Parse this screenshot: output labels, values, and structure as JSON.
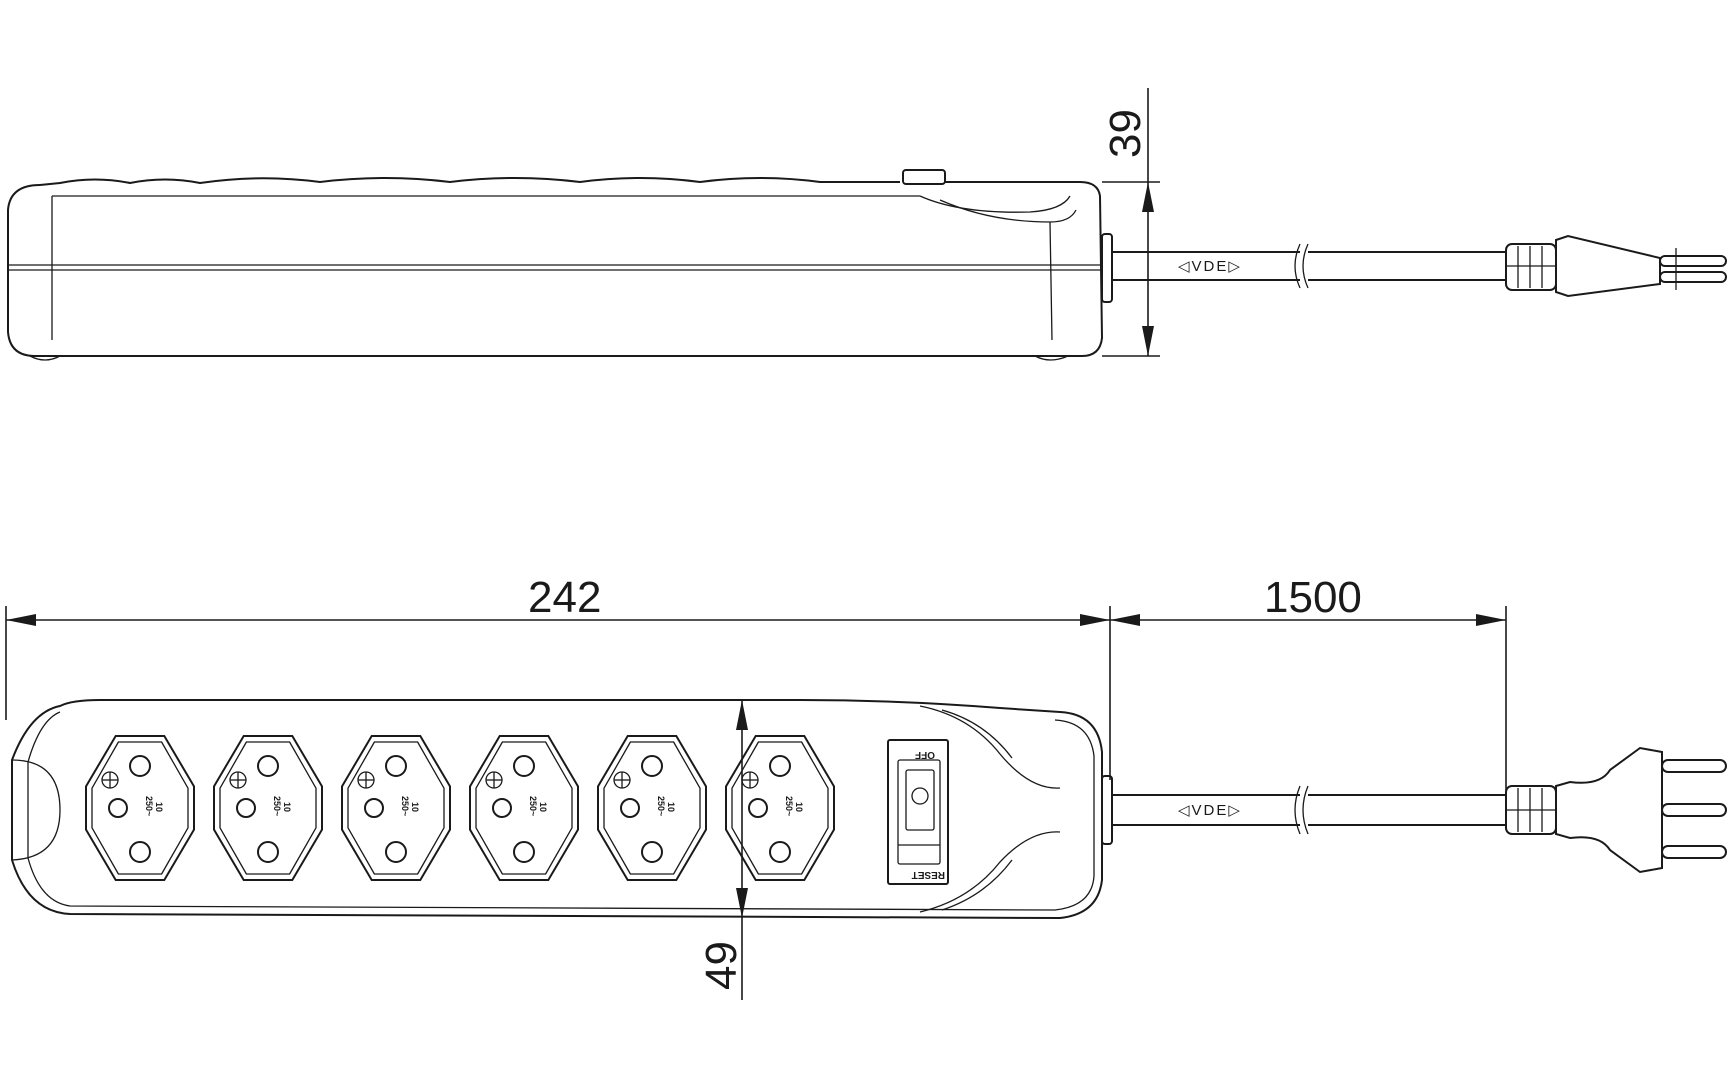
{
  "dimensions": {
    "height_side": "39",
    "length_body": "242",
    "length_cable": "1500",
    "width_top": "49"
  },
  "markings": {
    "cable_side": "◁VDE▷",
    "cable_top": "◁VDE▷",
    "switch_top": "OFF",
    "switch_bottom": "RESET",
    "socket_rating_current": "10",
    "socket_rating_voltage": "250~"
  },
  "sockets_count": 6
}
